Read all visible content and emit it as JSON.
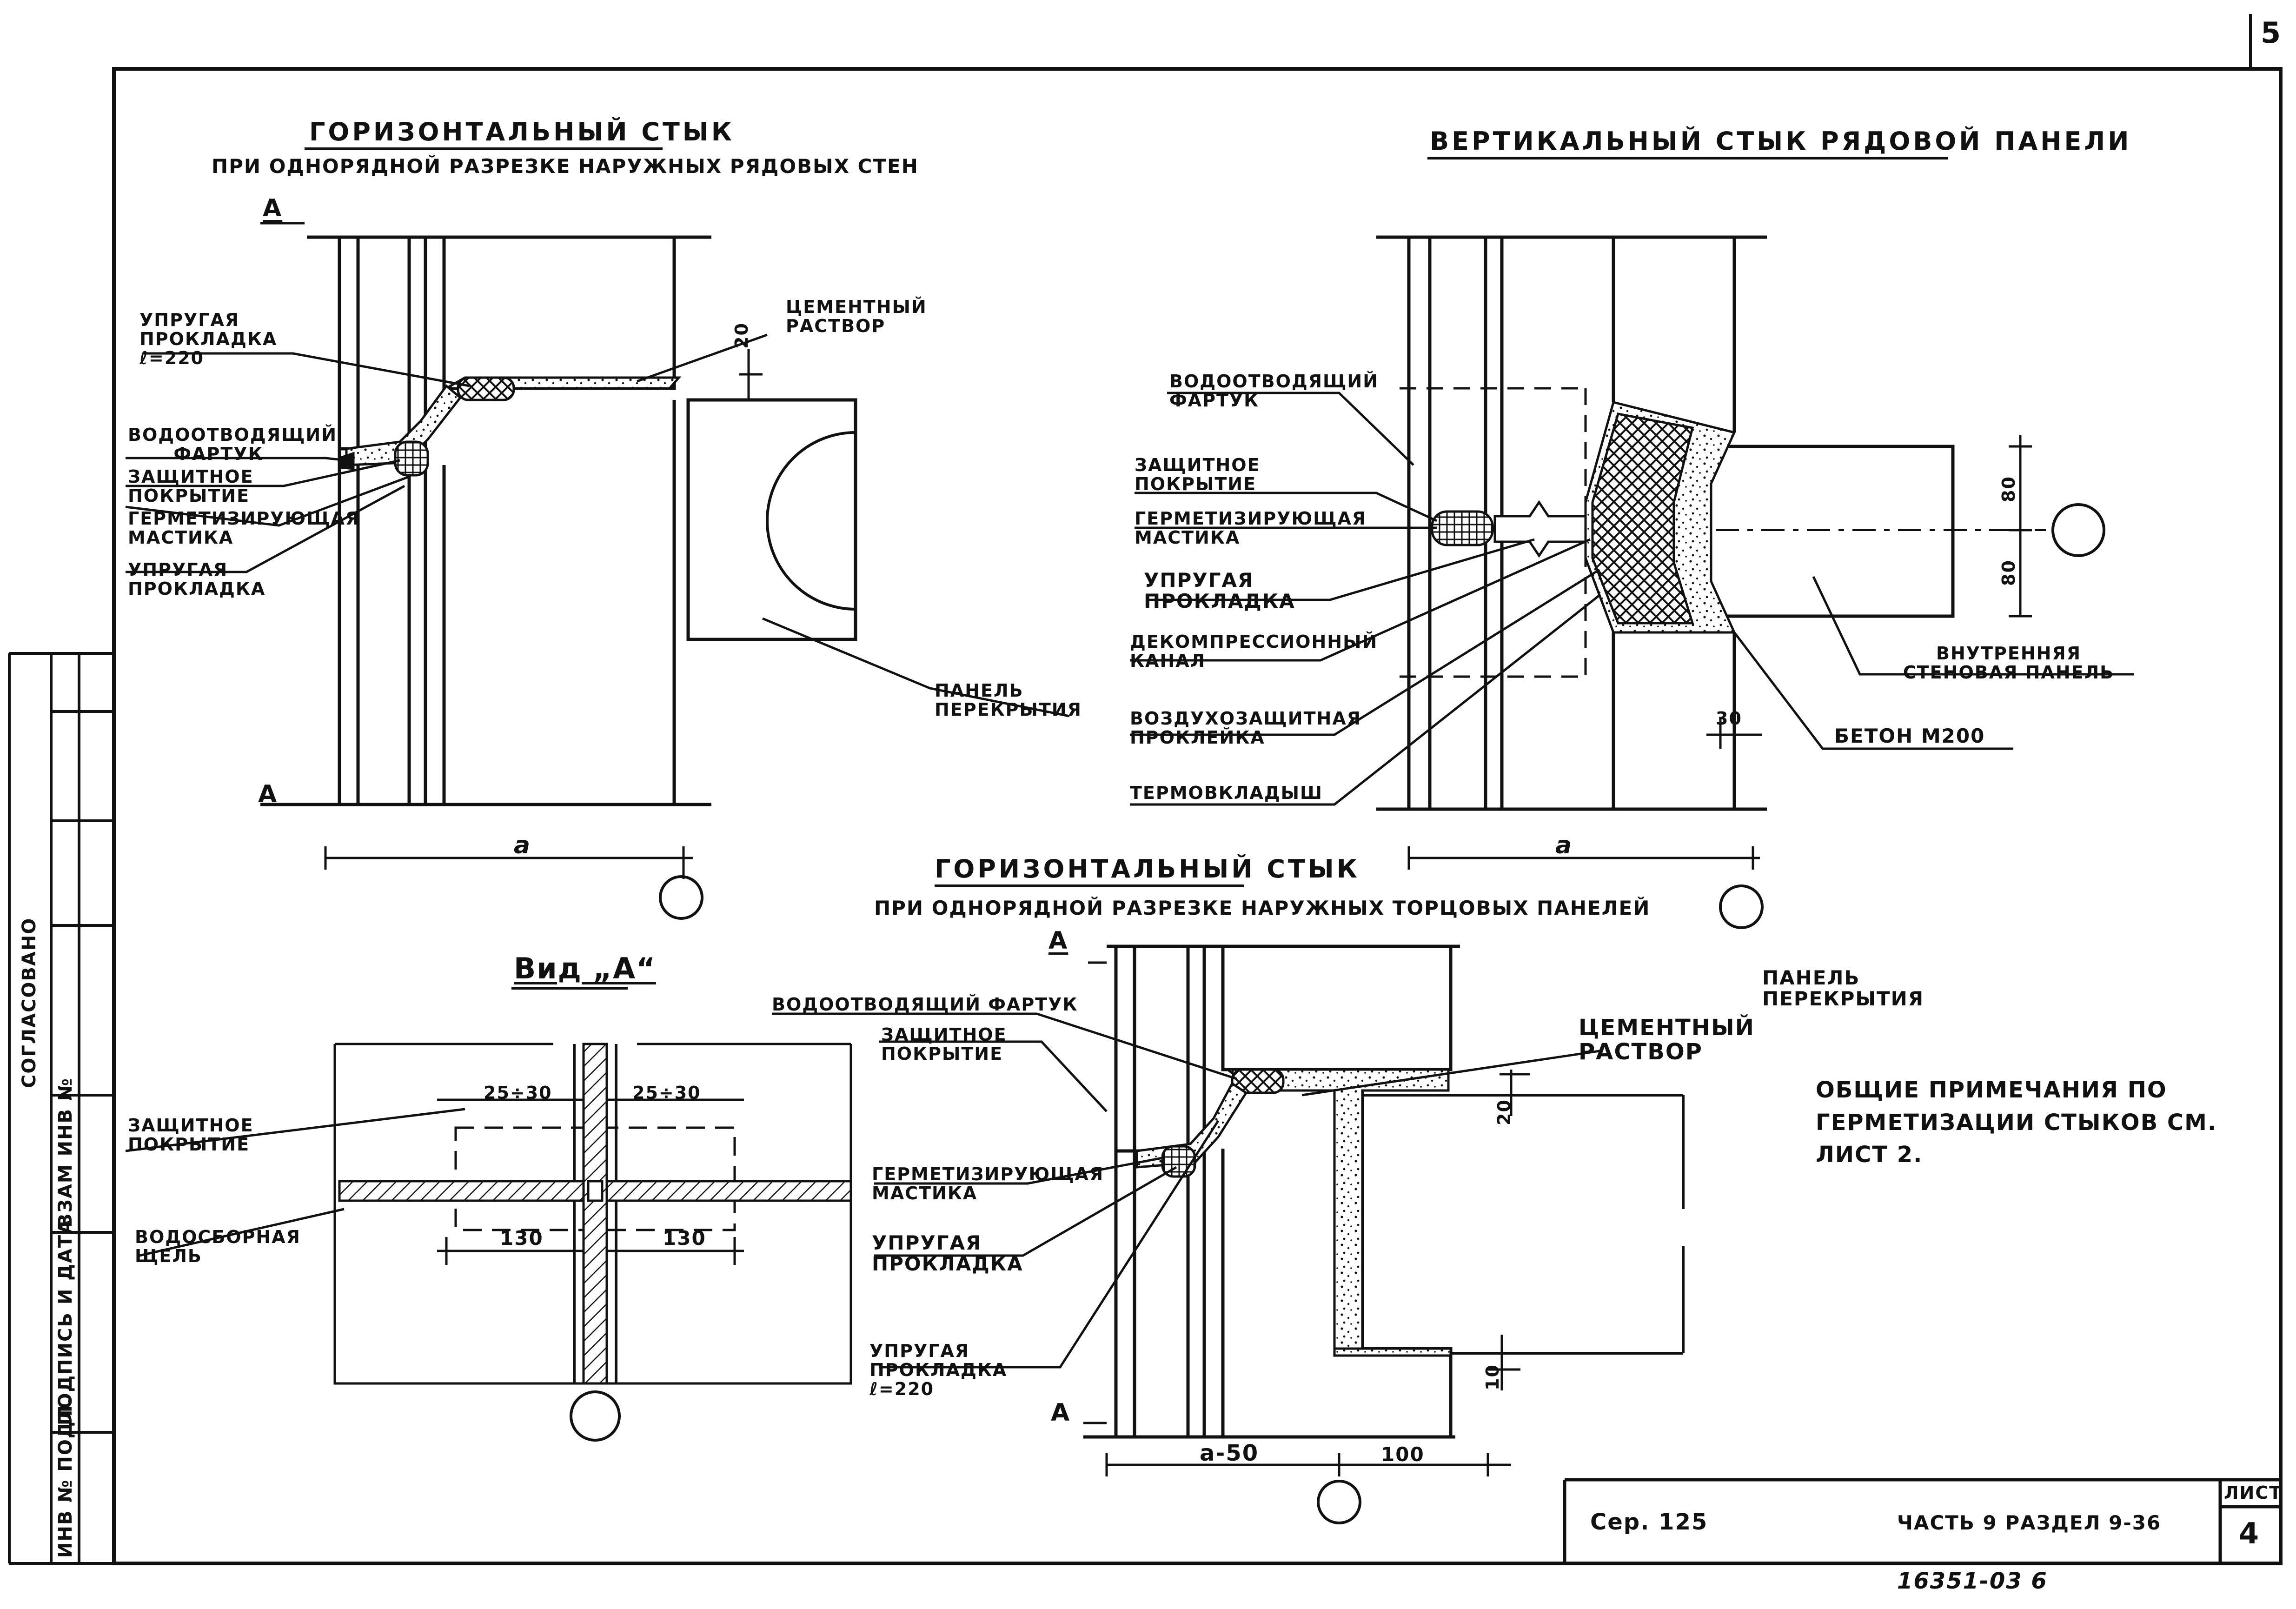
{
  "sheet": {
    "page_number": "5",
    "series": "Сер. 125",
    "part_section": "Часть 9  раздел 9-36",
    "sheet_label": "Лист",
    "sheet_number": "4",
    "drawing_number": "16351-03  6",
    "general_note": "Общие примечания по герметизации стыков см. лист 2."
  },
  "side_stamp": {
    "agreed": "согласовано",
    "inv_original": "Инв № подл.",
    "signature_date": "Подпись и дата",
    "replaces_inv": "Взам инв №"
  },
  "drawing_top_left": {
    "title": "Горизонтальный стык",
    "subtitle": "при однорядной разрезке наружных рядовых стен",
    "section_mark": "А",
    "dim_a": "а",
    "dim_20": "20",
    "labels": {
      "elastic_gasket_220": "упругая прокладка ℓ=220",
      "cement_mortar": "цементный раствор",
      "drip_apron": "водоотводящий фартук",
      "protective_coating": "защитное покрытие",
      "sealing_mastic": "герметизирующая мастика",
      "elastic_gasket": "упругая прокладка",
      "floor_panel": "панель перекрытия"
    }
  },
  "drawing_top_right": {
    "title": "Вертикальный стык рядовой панели",
    "dim_a": "а",
    "dim_80_top": "80",
    "dim_80_bottom": "80",
    "dim_30": "30",
    "labels": {
      "drip_apron": "водоотводящий фартук",
      "protective_coating": "защитное покрытие",
      "sealing_mastic": "герметизирующая мастика",
      "elastic_gasket": "упругая прокладка",
      "decompression_channel": "декомпрессионный канал",
      "air_barrier": "воздухозащитная проклейка",
      "thermal_insert": "термовкладыш",
      "inner_wall_panel": "внутренняя стеновая панель",
      "concrete": "бетон М200"
    }
  },
  "drawing_view_a": {
    "title": "Вид „А“",
    "dim_left": "25÷30",
    "dim_right": "25÷30",
    "dim_130_left": "130",
    "dim_130_right": "130",
    "labels": {
      "protective_coating": "защитное покрытие",
      "drainage_slot": "водосборная щель"
    }
  },
  "drawing_bottom": {
    "title": "Горизонтальный стык",
    "subtitle": "при однорядной разрезке наружных торцовых панелей",
    "dim_a_50": "а-50",
    "dim_100": "100",
    "dim_20": "20",
    "dim_10": "10",
    "labels": {
      "drip_apron": "водоотводящий фартук",
      "protective_coating": "защитное покрытие",
      "sealing_mastic": "герметизирующая мастика",
      "elastic_gasket": "упругая прокладка",
      "elastic_gasket_220": "упругая прокладка ℓ=220",
      "cement_mortar": "цементный раствор",
      "floor_panel": "панель перекрытия"
    }
  }
}
